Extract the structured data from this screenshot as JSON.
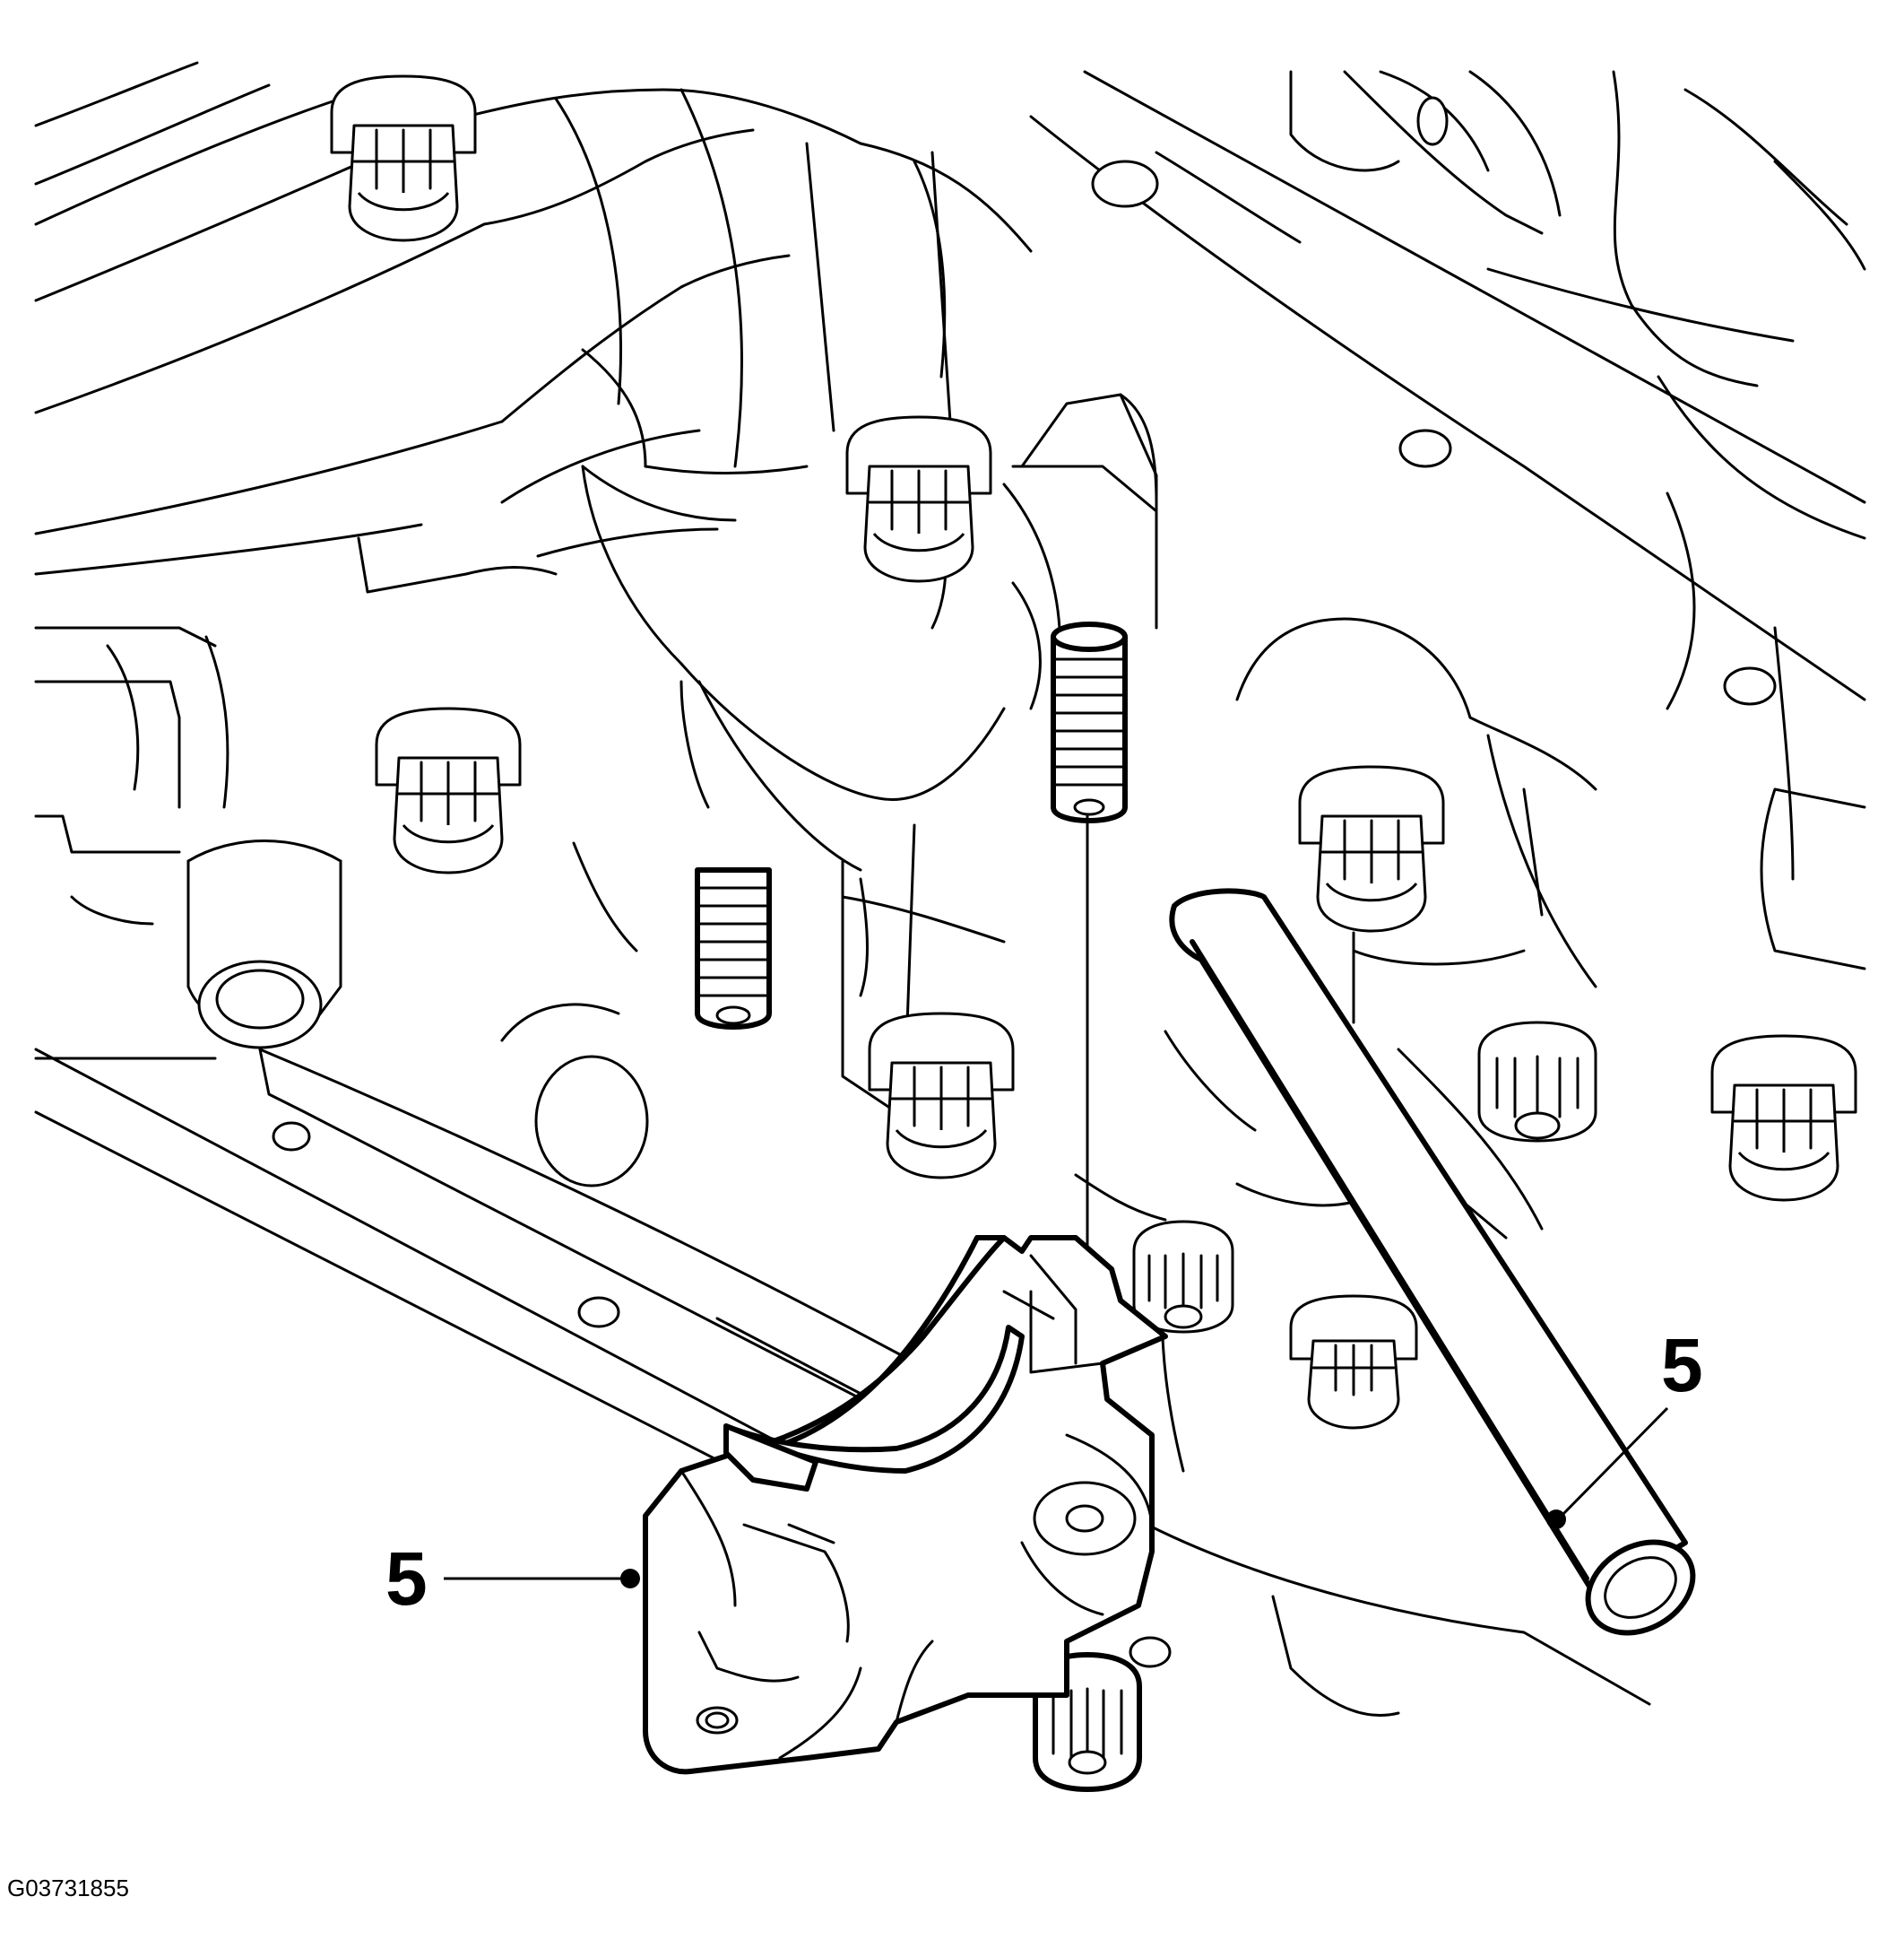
{
  "callouts": [
    {
      "label": "5"
    },
    {
      "label": "5"
    }
  ],
  "figure_id": "G03731855"
}
